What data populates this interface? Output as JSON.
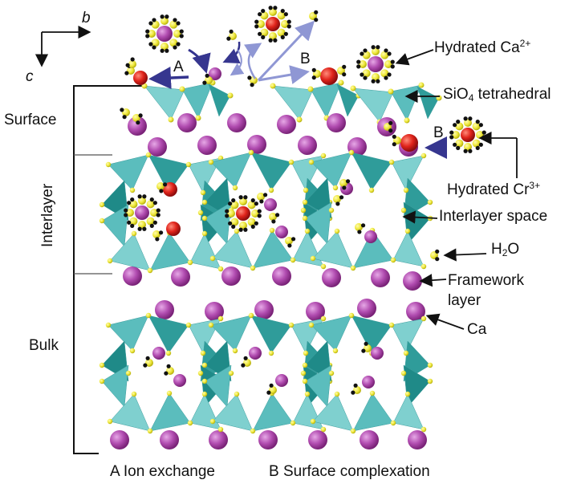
{
  "axes": {
    "b": "b",
    "c": "c"
  },
  "regions": {
    "surface": "Surface",
    "interlayer": "Interlayer",
    "bulk": "Bulk"
  },
  "labels": {
    "hydrated_ca": {
      "text": "Hydrated Ca",
      "sup": "2+"
    },
    "sio4": {
      "pre": "SiO",
      "sub": "4",
      "post": " tetrahedral"
    },
    "hydrated_cr": {
      "text": "Hydrated Cr",
      "sup": "3+"
    },
    "interlayer_space": "Interlayer space",
    "h2o": {
      "pre": "H",
      "sub": "2",
      "post": "O"
    },
    "framework_1": "Framework",
    "framework_2": "layer",
    "ca": "Ca"
  },
  "markers": {
    "a": "A",
    "b1": "B",
    "b2": "B"
  },
  "legend": {
    "ion_exchange": "A Ion exchange",
    "surface_complexation": "B Surface complexation"
  },
  "colors": {
    "ca": "#a23a9e",
    "cr": "#d81f1f",
    "si": "#59c2c2",
    "o": "#e8e337",
    "h": "#111111",
    "arrow": "#3a3a9a",
    "arrow_light": "#9aa0d8"
  }
}
